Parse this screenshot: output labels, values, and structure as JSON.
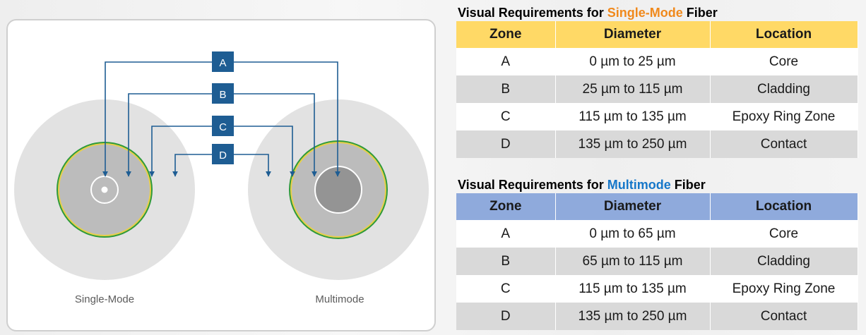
{
  "diagram": {
    "zone_labels": [
      "A",
      "B",
      "C",
      "D"
    ],
    "single_mode_label": "Single-Mode",
    "multimode_label": "Multimode"
  },
  "single_mode_table": {
    "title_prefix": "Visual Requirements for ",
    "title_highlight": "Single-Mode",
    "title_suffix": " Fiber",
    "highlight_color": "#f0891c",
    "header_color": "#ffd966",
    "headers": [
      "Zone",
      "Diameter",
      "Location"
    ],
    "rows": [
      [
        "A",
        "0 µm to 25 µm",
        "Core"
      ],
      [
        "B",
        "25 µm to 115 µm",
        "Cladding"
      ],
      [
        "C",
        "115 µm to 135 µm",
        "Epoxy Ring Zone"
      ],
      [
        "D",
        "135 µm to 250 µm",
        "Contact"
      ]
    ]
  },
  "multimode_table": {
    "title_prefix": "Visual Requirements for ",
    "title_highlight": "Multimode",
    "title_suffix": " Fiber",
    "highlight_color": "#1677c9",
    "header_color": "#8faadc",
    "headers": [
      "Zone",
      "Diameter",
      "Location"
    ],
    "rows": [
      [
        "A",
        "0 µm to 65 µm",
        "Core"
      ],
      [
        "B",
        "65 µm to 115 µm",
        "Cladding"
      ],
      [
        "C",
        "115 µm to 135 µm",
        "Epoxy Ring Zone"
      ],
      [
        "D",
        "135 µm to 250 µm",
        "Contact"
      ]
    ]
  }
}
